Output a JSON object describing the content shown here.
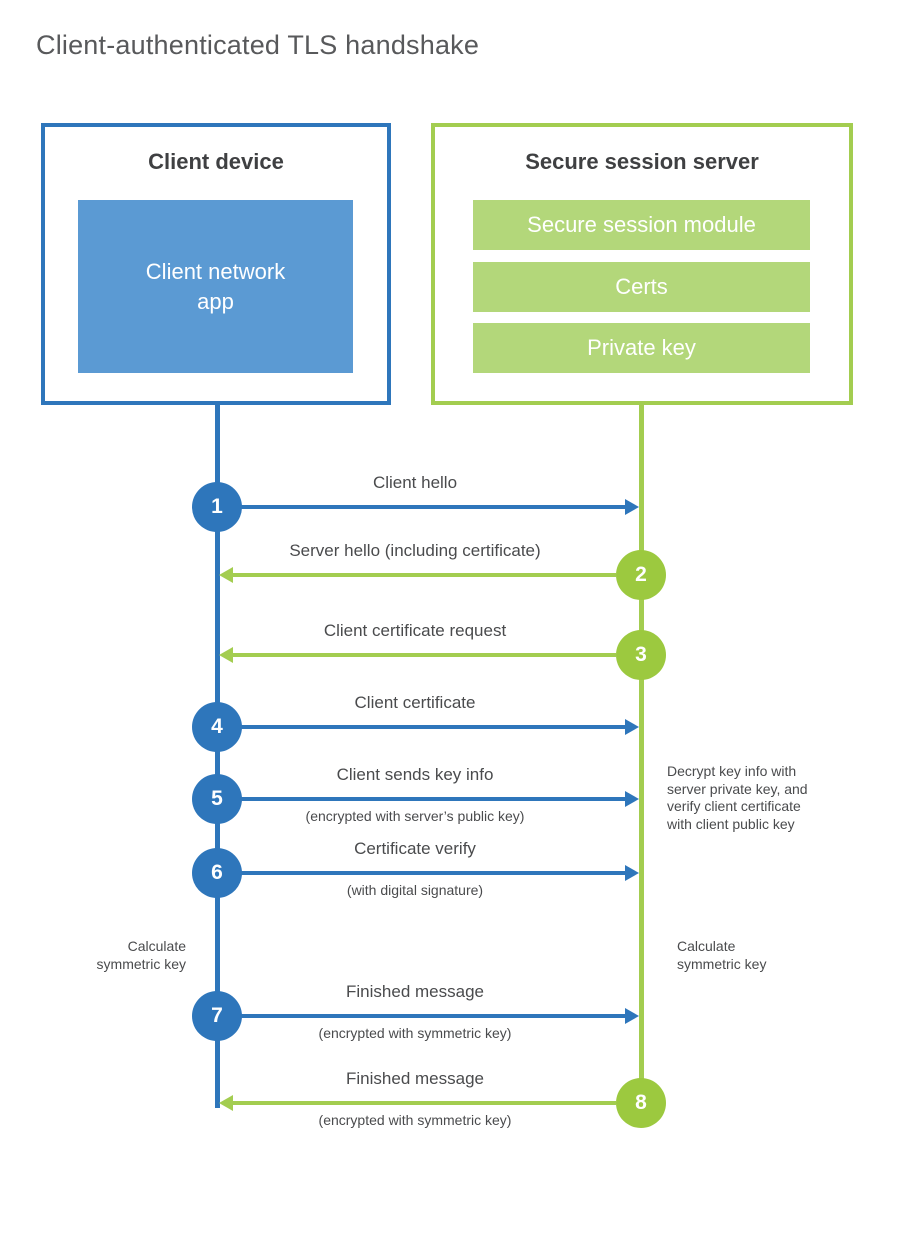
{
  "title": "Client-authenticated TLS handshake",
  "colors": {
    "blue": "#2e76bb",
    "blue_fill": "#5b9ad3",
    "green": "#a3cd50",
    "green_circle": "#9cc93f",
    "green_fill": "#b3d77a",
    "text_dark": "#3f4042",
    "text_label": "#4a4b4d",
    "title_gray": "#58595b"
  },
  "client": {
    "title": "Client device",
    "app_label": "Client network\napp"
  },
  "server": {
    "title": "Secure session server",
    "modules": [
      "Secure session module",
      "Certs",
      "Private key"
    ]
  },
  "messages": [
    {
      "num": "1",
      "label": "Client hello",
      "sub": "",
      "from": "client",
      "to": "server"
    },
    {
      "num": "2",
      "label": "Server hello (including certificate)",
      "sub": "",
      "from": "server",
      "to": "client"
    },
    {
      "num": "3",
      "label": "Client certificate request",
      "sub": "",
      "from": "server",
      "to": "client"
    },
    {
      "num": "4",
      "label": "Client certificate",
      "sub": "",
      "from": "client",
      "to": "server"
    },
    {
      "num": "5",
      "label": "Client sends key info",
      "sub": "(encrypted with server’s public key)",
      "from": "client",
      "to": "server"
    },
    {
      "num": "6",
      "label": "Certificate verify",
      "sub": "(with digital signature)",
      "from": "client",
      "to": "server"
    },
    {
      "num": "7",
      "label": "Finished message",
      "sub": "(encrypted with symmetric key)",
      "from": "client",
      "to": "server"
    },
    {
      "num": "8",
      "label": "Finished message",
      "sub": "(encrypted with symmetric key)",
      "from": "server",
      "to": "client"
    }
  ],
  "annotations": {
    "decrypt_note": "Decrypt key info with\nserver private key, and\nverify client certificate\nwith client public key",
    "calc_left": "Calculate\nsymmetric key",
    "calc_right": "Calculate\nsymmetric key"
  }
}
